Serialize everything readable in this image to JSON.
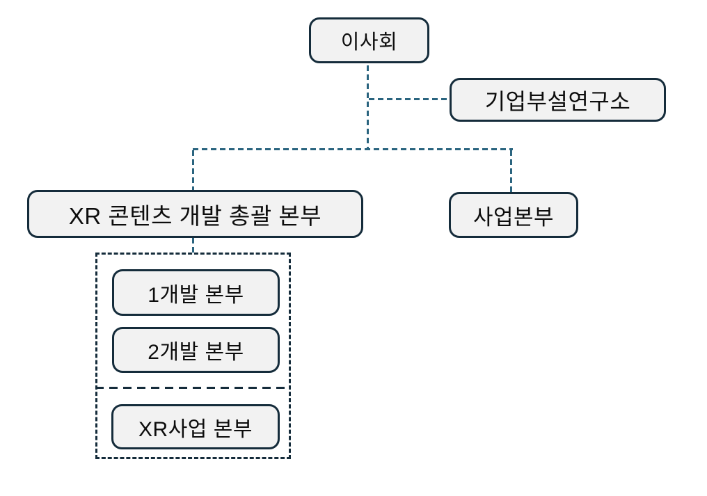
{
  "diagram": {
    "type": "org-chart",
    "background": "#ffffff",
    "colors": {
      "box_border": "#152c3b",
      "box_fill": "#f2f2f2",
      "connector_dash": "#2a647f",
      "group_dash": "#152c3b",
      "text": "#0d0d0d"
    },
    "nodes": {
      "board": {
        "label": "이사회"
      },
      "research": {
        "label": "기업부설연구소"
      },
      "xr_hq": {
        "label": "XR 콘텐츠 개발 총괄 본부"
      },
      "business_hq": {
        "label": "사업본부"
      },
      "dev1": {
        "label": "1개발 본부"
      },
      "dev2": {
        "label": "2개발 본부"
      },
      "xr_business": {
        "label": "XR사업 본부"
      }
    },
    "edges": [
      {
        "from": "board",
        "to": "research",
        "style": "dashed"
      },
      {
        "from": "board",
        "to": "xr_hq",
        "style": "dashed"
      },
      {
        "from": "board",
        "to": "business_hq",
        "style": "dashed"
      },
      {
        "from": "xr_hq",
        "to": "dev_group",
        "style": "dashed"
      }
    ],
    "groups": [
      {
        "name": "dev_group",
        "members": [
          "dev1",
          "dev2",
          "xr_business"
        ],
        "style": "dashed-rect",
        "divider_between": [
          "dev2",
          "xr_business"
        ]
      }
    ]
  }
}
